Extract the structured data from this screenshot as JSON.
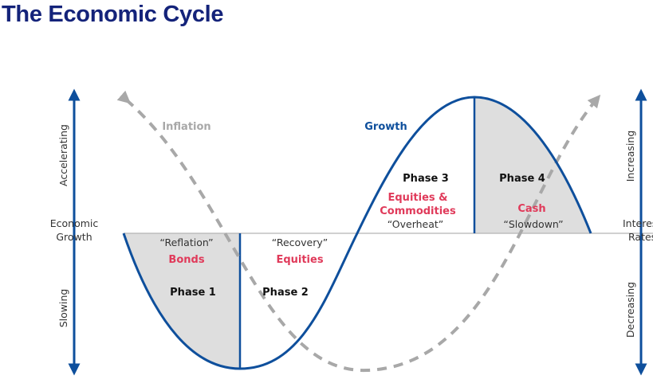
{
  "title": "The Economic Cycle",
  "left_axis": {
    "top_label": "Accelerating",
    "middle_label_line1": "Economic",
    "middle_label_line2": "Growth",
    "bottom_label": "Slowing"
  },
  "right_axis": {
    "top_label": "Increasing",
    "middle_label_line1": "Interest",
    "middle_label_line2": "Rates",
    "bottom_label": "Decreasing"
  },
  "curves": {
    "growth_label": "Growth",
    "inflation_label": "Inflation"
  },
  "phases": [
    {
      "phase": "Phase 1",
      "stage": "“Reflation”",
      "asset": "Bonds",
      "asset_line2": ""
    },
    {
      "phase": "Phase 2",
      "stage": "“Recovery”",
      "asset": "Equities",
      "asset_line2": ""
    },
    {
      "phase": "Phase 3",
      "stage": "“Overheat”",
      "asset": "Equities &",
      "asset_line2": "Commodities"
    },
    {
      "phase": "Phase 4",
      "stage": "“Slowdown”",
      "asset": "Cash",
      "asset_line2": ""
    }
  ],
  "colors": {
    "title": "#14237a",
    "growth": "#0e4f9c",
    "inflation": "#a8a8a8",
    "asset": "#e03a5a",
    "shade": "#dedede",
    "axis_text": "#333333"
  }
}
